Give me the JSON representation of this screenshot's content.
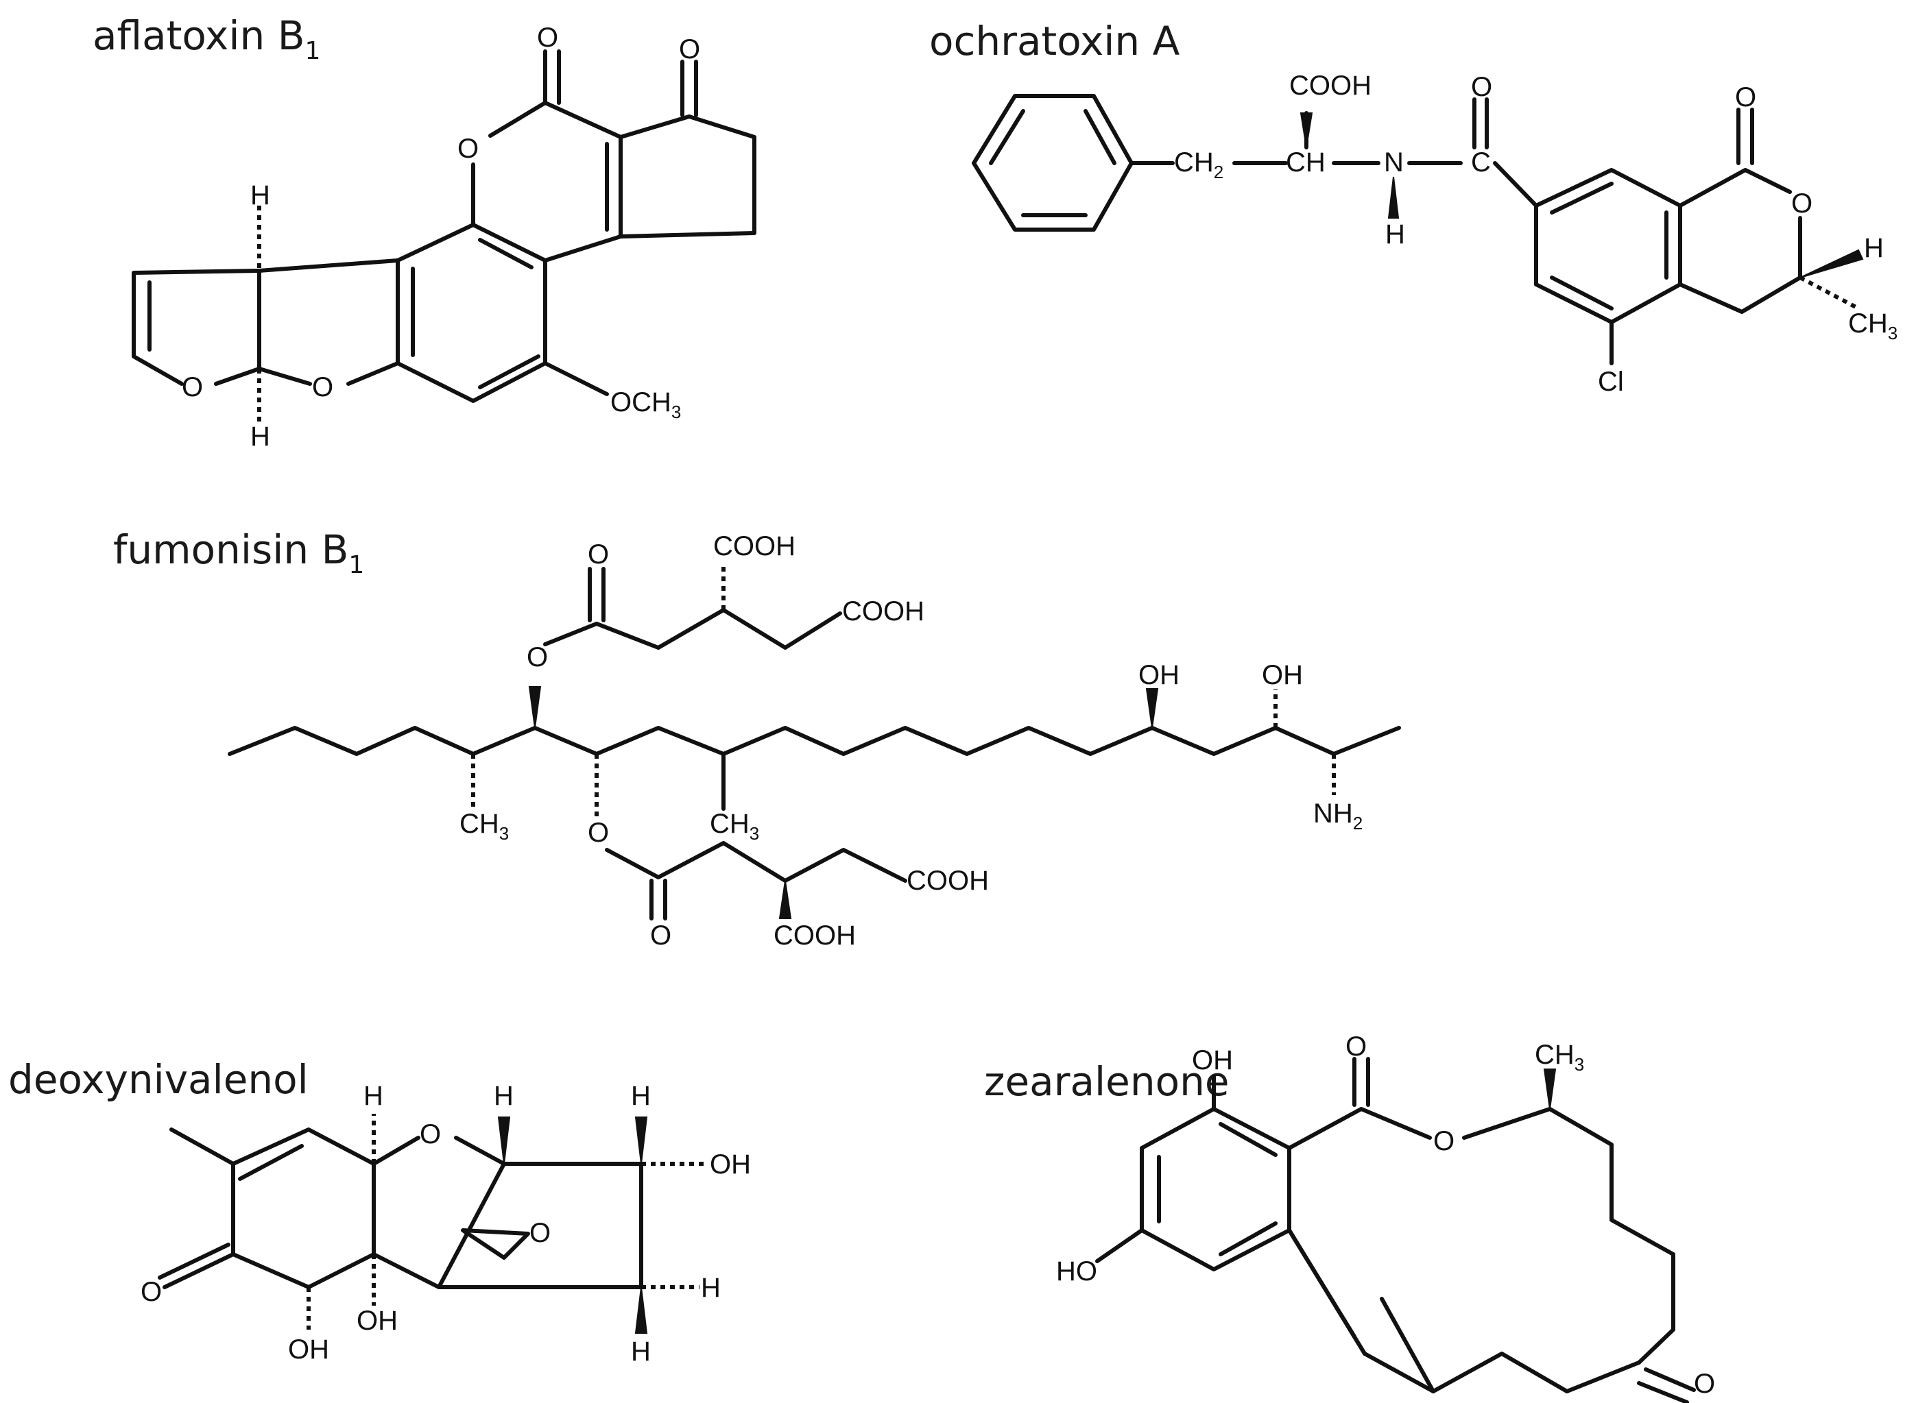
{
  "molecules": {
    "aflatoxin": {
      "name": "aflatoxin B",
      "name_sub": "1"
    },
    "ochratoxin": {
      "name": "ochratoxin A"
    },
    "fumonisin": {
      "name": "fumonisin B",
      "name_sub": "1"
    },
    "deoxynivalenol": {
      "name": "deoxynivalenol"
    },
    "zearalenone": {
      "name": "zearalenone"
    }
  },
  "labels": {
    "O": "O",
    "H": "H",
    "OCH": "OCH",
    "sub3": "3",
    "sub2": "2",
    "COOH": "COOH",
    "CH": "CH",
    "N": "N",
    "C": "C",
    "Cl": "Cl",
    "OH": "OH",
    "HO": "HO",
    "NH": "NH"
  }
}
